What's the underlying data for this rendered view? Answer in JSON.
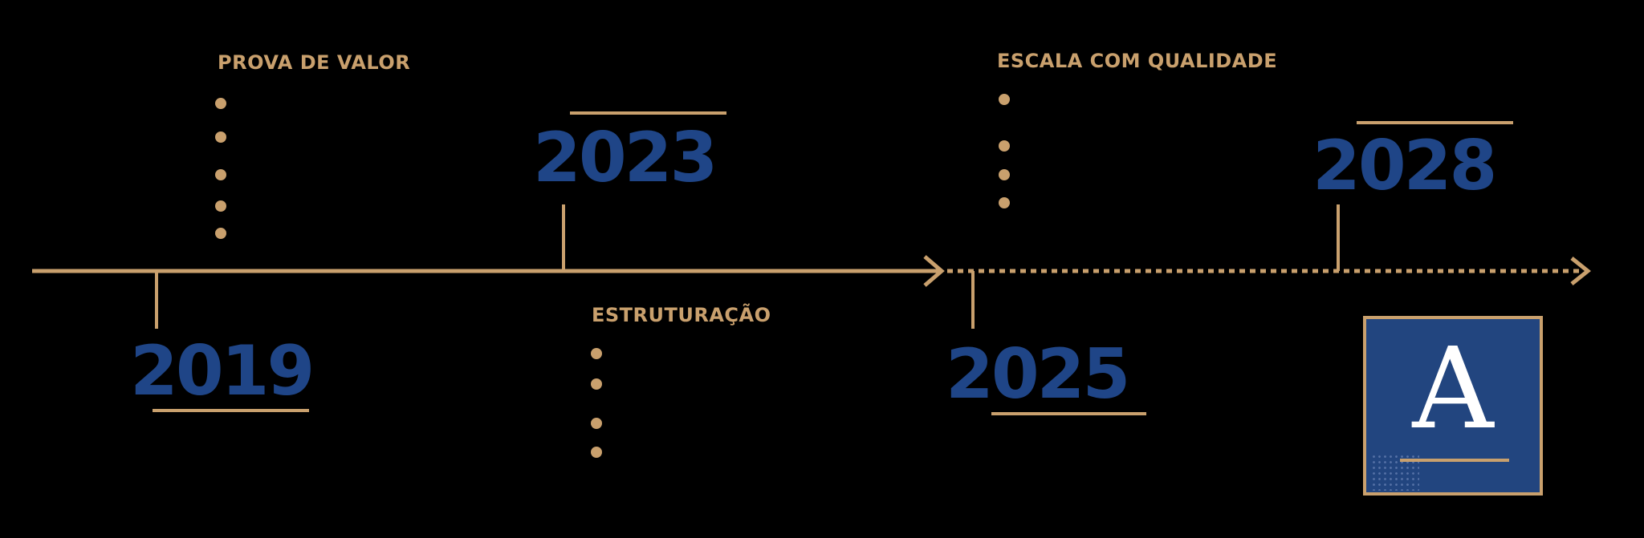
{
  "colors": {
    "background": "#000000",
    "accent_gold": "#c9a06d",
    "year_blue": "#1f4587",
    "logo_blue": "#22457f",
    "logo_letter": "#ffffff"
  },
  "timeline": {
    "years": [
      {
        "label": "2019"
      },
      {
        "label": "2023"
      },
      {
        "label": "2025"
      },
      {
        "label": "2028"
      }
    ],
    "phases": [
      {
        "title": "PROVA DE VALOR",
        "bullet_count": 5
      },
      {
        "title": "ESTRUTURAÇÃO",
        "bullet_count": 4
      },
      {
        "title": "ESCALA COM QUALIDADE",
        "bullet_count": 4
      }
    ],
    "segments": [
      {
        "style": "solid",
        "arrow": true
      },
      {
        "style": "dotted",
        "arrow": true
      }
    ]
  },
  "logo": {
    "letter": "A"
  }
}
